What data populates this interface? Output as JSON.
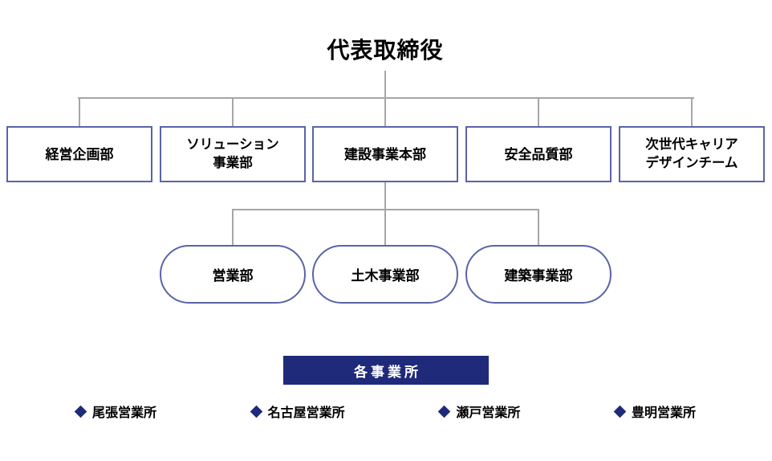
{
  "diagram": {
    "type": "organization-chart",
    "colors": {
      "node_border": "#5a63a8",
      "connector": "#a6a6a6",
      "banner_background": "#1f2a7a",
      "banner_text": "#ffffff",
      "bullet": "#1f2a7a",
      "text": "#000000",
      "background": "#ffffff"
    },
    "root": {
      "label": "代表取締役"
    },
    "departments": [
      {
        "label": "経営企画部"
      },
      {
        "label": "ソリューション\n事業部"
      },
      {
        "label": "建設事業本部"
      },
      {
        "label": "安全品質部"
      },
      {
        "label": "次世代キャリア\nデザインチーム"
      }
    ],
    "divisions": [
      {
        "label": "営業部"
      },
      {
        "label": "土木事業部"
      },
      {
        "label": "建築事業部"
      }
    ],
    "offices_banner": {
      "label": "各事業所"
    },
    "offices": [
      {
        "bullet": "diamond",
        "label": "尾張営業所"
      },
      {
        "bullet": "diamond",
        "label": "名古屋営業所"
      },
      {
        "bullet": "diamond",
        "label": "瀬戸営業所"
      },
      {
        "bullet": "diamond",
        "label": "豊明営業所"
      }
    ]
  }
}
